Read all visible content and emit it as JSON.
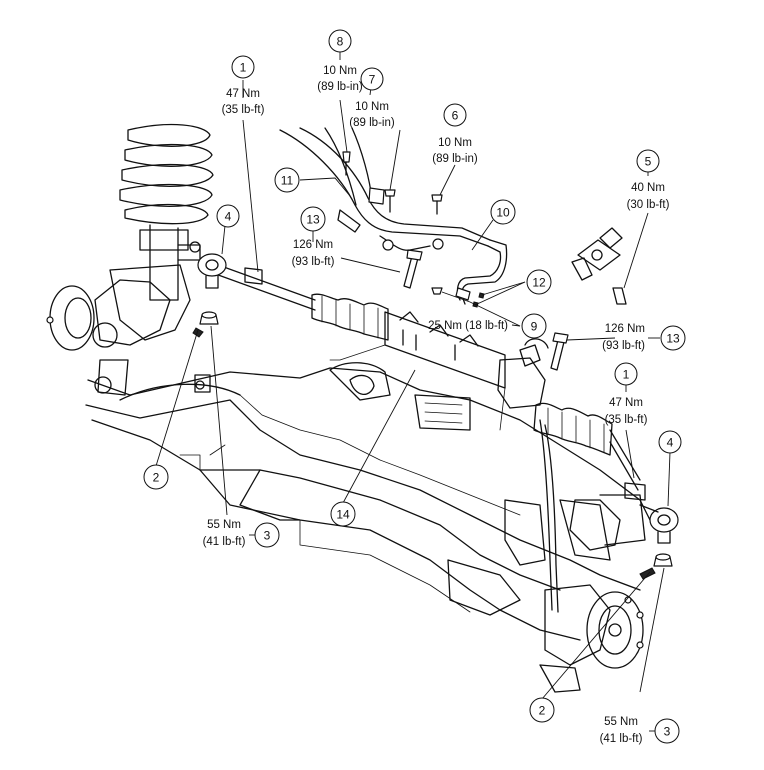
{
  "callouts": [
    {
      "id": "c1a",
      "number": "1",
      "torque_nm": "47 Nm",
      "torque_imp": "(35 lb-ft)"
    },
    {
      "id": "c8",
      "number": "8",
      "torque_nm": "10 Nm",
      "torque_imp": "(89 lb-in)"
    },
    {
      "id": "c7",
      "number": "7",
      "torque_nm": "10 Nm",
      "torque_imp": "(89 lb-in)"
    },
    {
      "id": "c6",
      "number": "6",
      "torque_nm": "10 Nm",
      "torque_imp": "(89 lb-in)"
    },
    {
      "id": "c5",
      "number": "5",
      "torque_nm": "40 Nm",
      "torque_imp": "(30 lb-ft)"
    },
    {
      "id": "c11",
      "number": "11"
    },
    {
      "id": "c10",
      "number": "10"
    },
    {
      "id": "c4a",
      "number": "4"
    },
    {
      "id": "c13a",
      "number": "13",
      "torque_nm": "126 Nm",
      "torque_imp": "(93 lb-ft)"
    },
    {
      "id": "c12",
      "number": "12"
    },
    {
      "id": "c9",
      "number": "9",
      "torque_text": "25 Nm (18 lb-ft)"
    },
    {
      "id": "c13b",
      "number": "13",
      "torque_nm": "126 Nm",
      "torque_imp": "(93 lb-ft)"
    },
    {
      "id": "c1b",
      "number": "1",
      "torque_nm": "47 Nm",
      "torque_imp": "(35 lb-ft)"
    },
    {
      "id": "c4b",
      "number": "4"
    },
    {
      "id": "c2a",
      "number": "2"
    },
    {
      "id": "c14",
      "number": "14"
    },
    {
      "id": "c3a",
      "number": "3",
      "torque_nm": "55 Nm",
      "torque_imp": "(41 lb-ft)"
    },
    {
      "id": "c2b",
      "number": "2"
    },
    {
      "id": "c3b",
      "number": "3",
      "torque_nm": "55 Nm",
      "torque_imp": "(41 lb-ft)"
    }
  ]
}
